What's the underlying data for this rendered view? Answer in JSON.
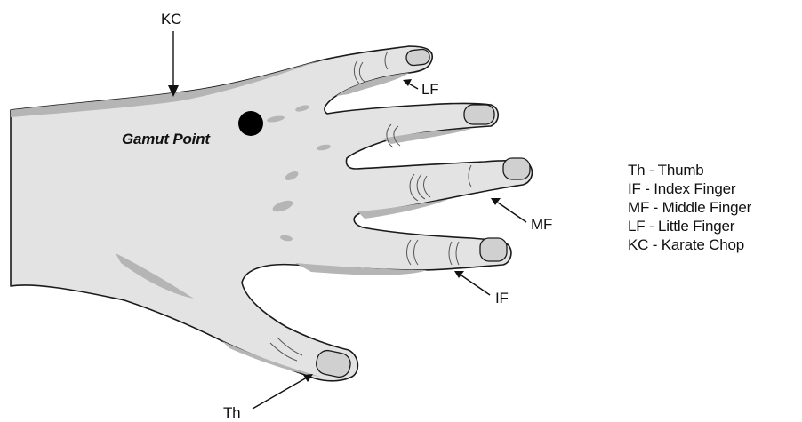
{
  "diagram": {
    "gamut_point_label": "Gamut Point",
    "callouts": {
      "karate_chop": "KC",
      "little_finger": "LF",
      "middle_finger": "MF",
      "index_finger": "IF",
      "thumb": "Th"
    },
    "legend": [
      "Th - Thumb",
      "IF - Index Finger",
      "MF - Middle Finger",
      "LF - Little Finger",
      "KC - Karate Chop"
    ],
    "colors": {
      "skin_fill": "#e3e3e3",
      "shadow": "#b5b5b5",
      "outline": "#1a1a1a",
      "point": "#000000"
    }
  }
}
